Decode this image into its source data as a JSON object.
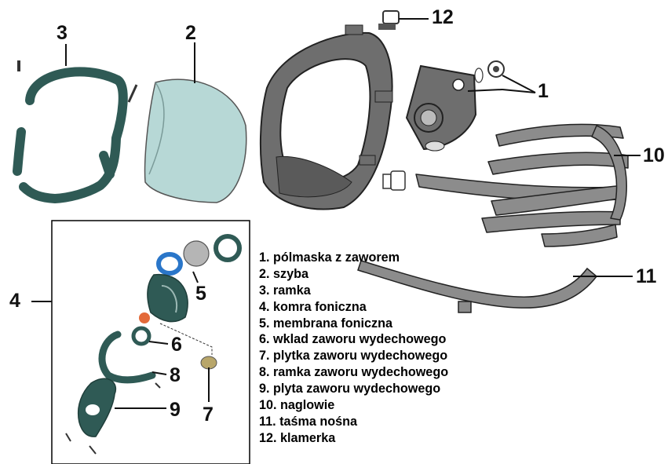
{
  "callouts": {
    "n1": "1",
    "n2": "2",
    "n3": "3",
    "n4": "4",
    "n5": "5",
    "n6": "6",
    "n7": "7",
    "n8": "8",
    "n9": "9",
    "n10": "10",
    "n11": "11",
    "n12": "12"
  },
  "legend": [
    "1. pólmaska z zaworem",
    "2. szyba",
    "3. ramka",
    "4. komra foniczna",
    "5. membrana foniczna",
    "6. wklad zaworu wydechowego",
    "7.  plytka  zaworu wydechowego",
    "8. ramka zaworu wydechowego",
    "9. plyta zaworu wydechowego",
    "10. naglowie",
    "11. taśma nośna",
    "12. klamerka"
  ],
  "colors": {
    "rubber": "#2f5a55",
    "mask": "#6e6e6e",
    "strap": "#8c8c8c",
    "visor": "#b7d8d6",
    "ring": "#2a76c9",
    "disc": "#e36a3a",
    "membrane": "#b5b5b5",
    "washer": "#b8a66a"
  }
}
